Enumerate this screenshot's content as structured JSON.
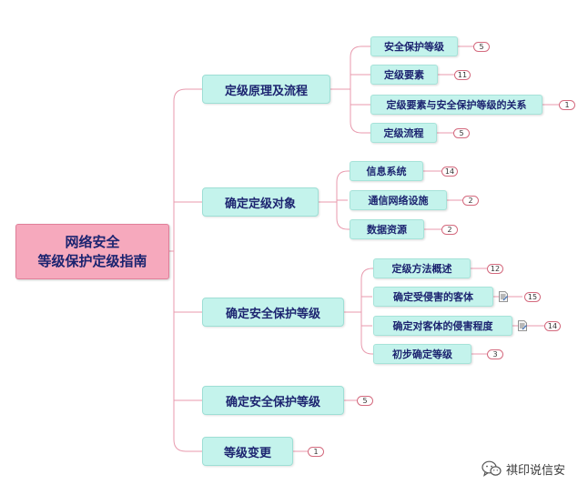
{
  "root": {
    "line1": "网络安全",
    "line2": "等级保护定级指南"
  },
  "branches": [
    {
      "label": "定级原理及流程",
      "children": [
        {
          "label": "安全保护等级",
          "count": "5"
        },
        {
          "label": "定级要素",
          "count": "11"
        },
        {
          "label": "定级要素与安全保护等级的关系",
          "count": "1"
        },
        {
          "label": "定级流程",
          "count": "5"
        }
      ]
    },
    {
      "label": "确定定级对象",
      "children": [
        {
          "label": "信息系统",
          "count": "14"
        },
        {
          "label": "通信网络设施",
          "count": "2"
        },
        {
          "label": "数据资源",
          "count": "2"
        }
      ]
    },
    {
      "label": "确定安全保护等级",
      "children": [
        {
          "label": "定级方法概述",
          "count": "12"
        },
        {
          "label": "确定受侵害的客体",
          "count": "15",
          "icon": "note-icon"
        },
        {
          "label": "确定对客体的侵害程度",
          "count": "14",
          "icon": "note-icon"
        },
        {
          "label": "初步确定等级",
          "count": "3"
        }
      ]
    },
    {
      "label": "确定安全保护等级",
      "count": "5"
    },
    {
      "label": "等级变更",
      "count": "1"
    }
  ],
  "watermark": {
    "icon": "wechat-icon",
    "text": "祺印说信安"
  },
  "colors": {
    "root_fill": "#f6a9bd",
    "node_fill": "#c4f3ec",
    "connector": "#e89aae",
    "text": "#1c2470"
  }
}
